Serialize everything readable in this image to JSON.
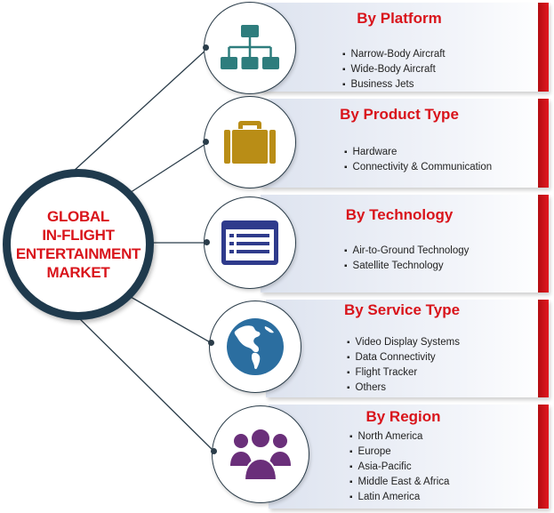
{
  "hub": {
    "lines": [
      "GLOBAL",
      "IN-FLIGHT",
      "ENTERTAINMENT",
      "MARKET"
    ]
  },
  "segments": [
    {
      "title": "By Platform",
      "icon": "hierarchy-icon",
      "icon_color": "#2e7d7d",
      "items": [
        "Narrow-Body Aircraft",
        "Wide-Body Aircraft",
        "Business Jets"
      ]
    },
    {
      "title": "By Product Type",
      "icon": "briefcase-icon",
      "icon_color": "#b98d16",
      "items": [
        "Hardware",
        "Connectivity & Communication"
      ]
    },
    {
      "title": "By Technology",
      "icon": "list-window-icon",
      "icon_color": "#2f3b8c",
      "items": [
        "Air-to-Ground Technology",
        "Satellite Technology"
      ]
    },
    {
      "title": "By Service Type",
      "icon": "globe-icon",
      "icon_color": "#2b6ea0",
      "items": [
        "Video Display Systems",
        "Data Connectivity",
        "Flight Tracker",
        "Others"
      ]
    },
    {
      "title": "By Region",
      "icon": "people-group-icon",
      "icon_color": "#6a2f7a",
      "items": [
        "North America",
        "Europe",
        "Asia-Pacific",
        "Middle East & Africa",
        "Latin America"
      ]
    }
  ],
  "colors": {
    "accent_red": "#d9141b",
    "hub_ring": "#1f3a4d",
    "connector": "#2b3d4a"
  }
}
